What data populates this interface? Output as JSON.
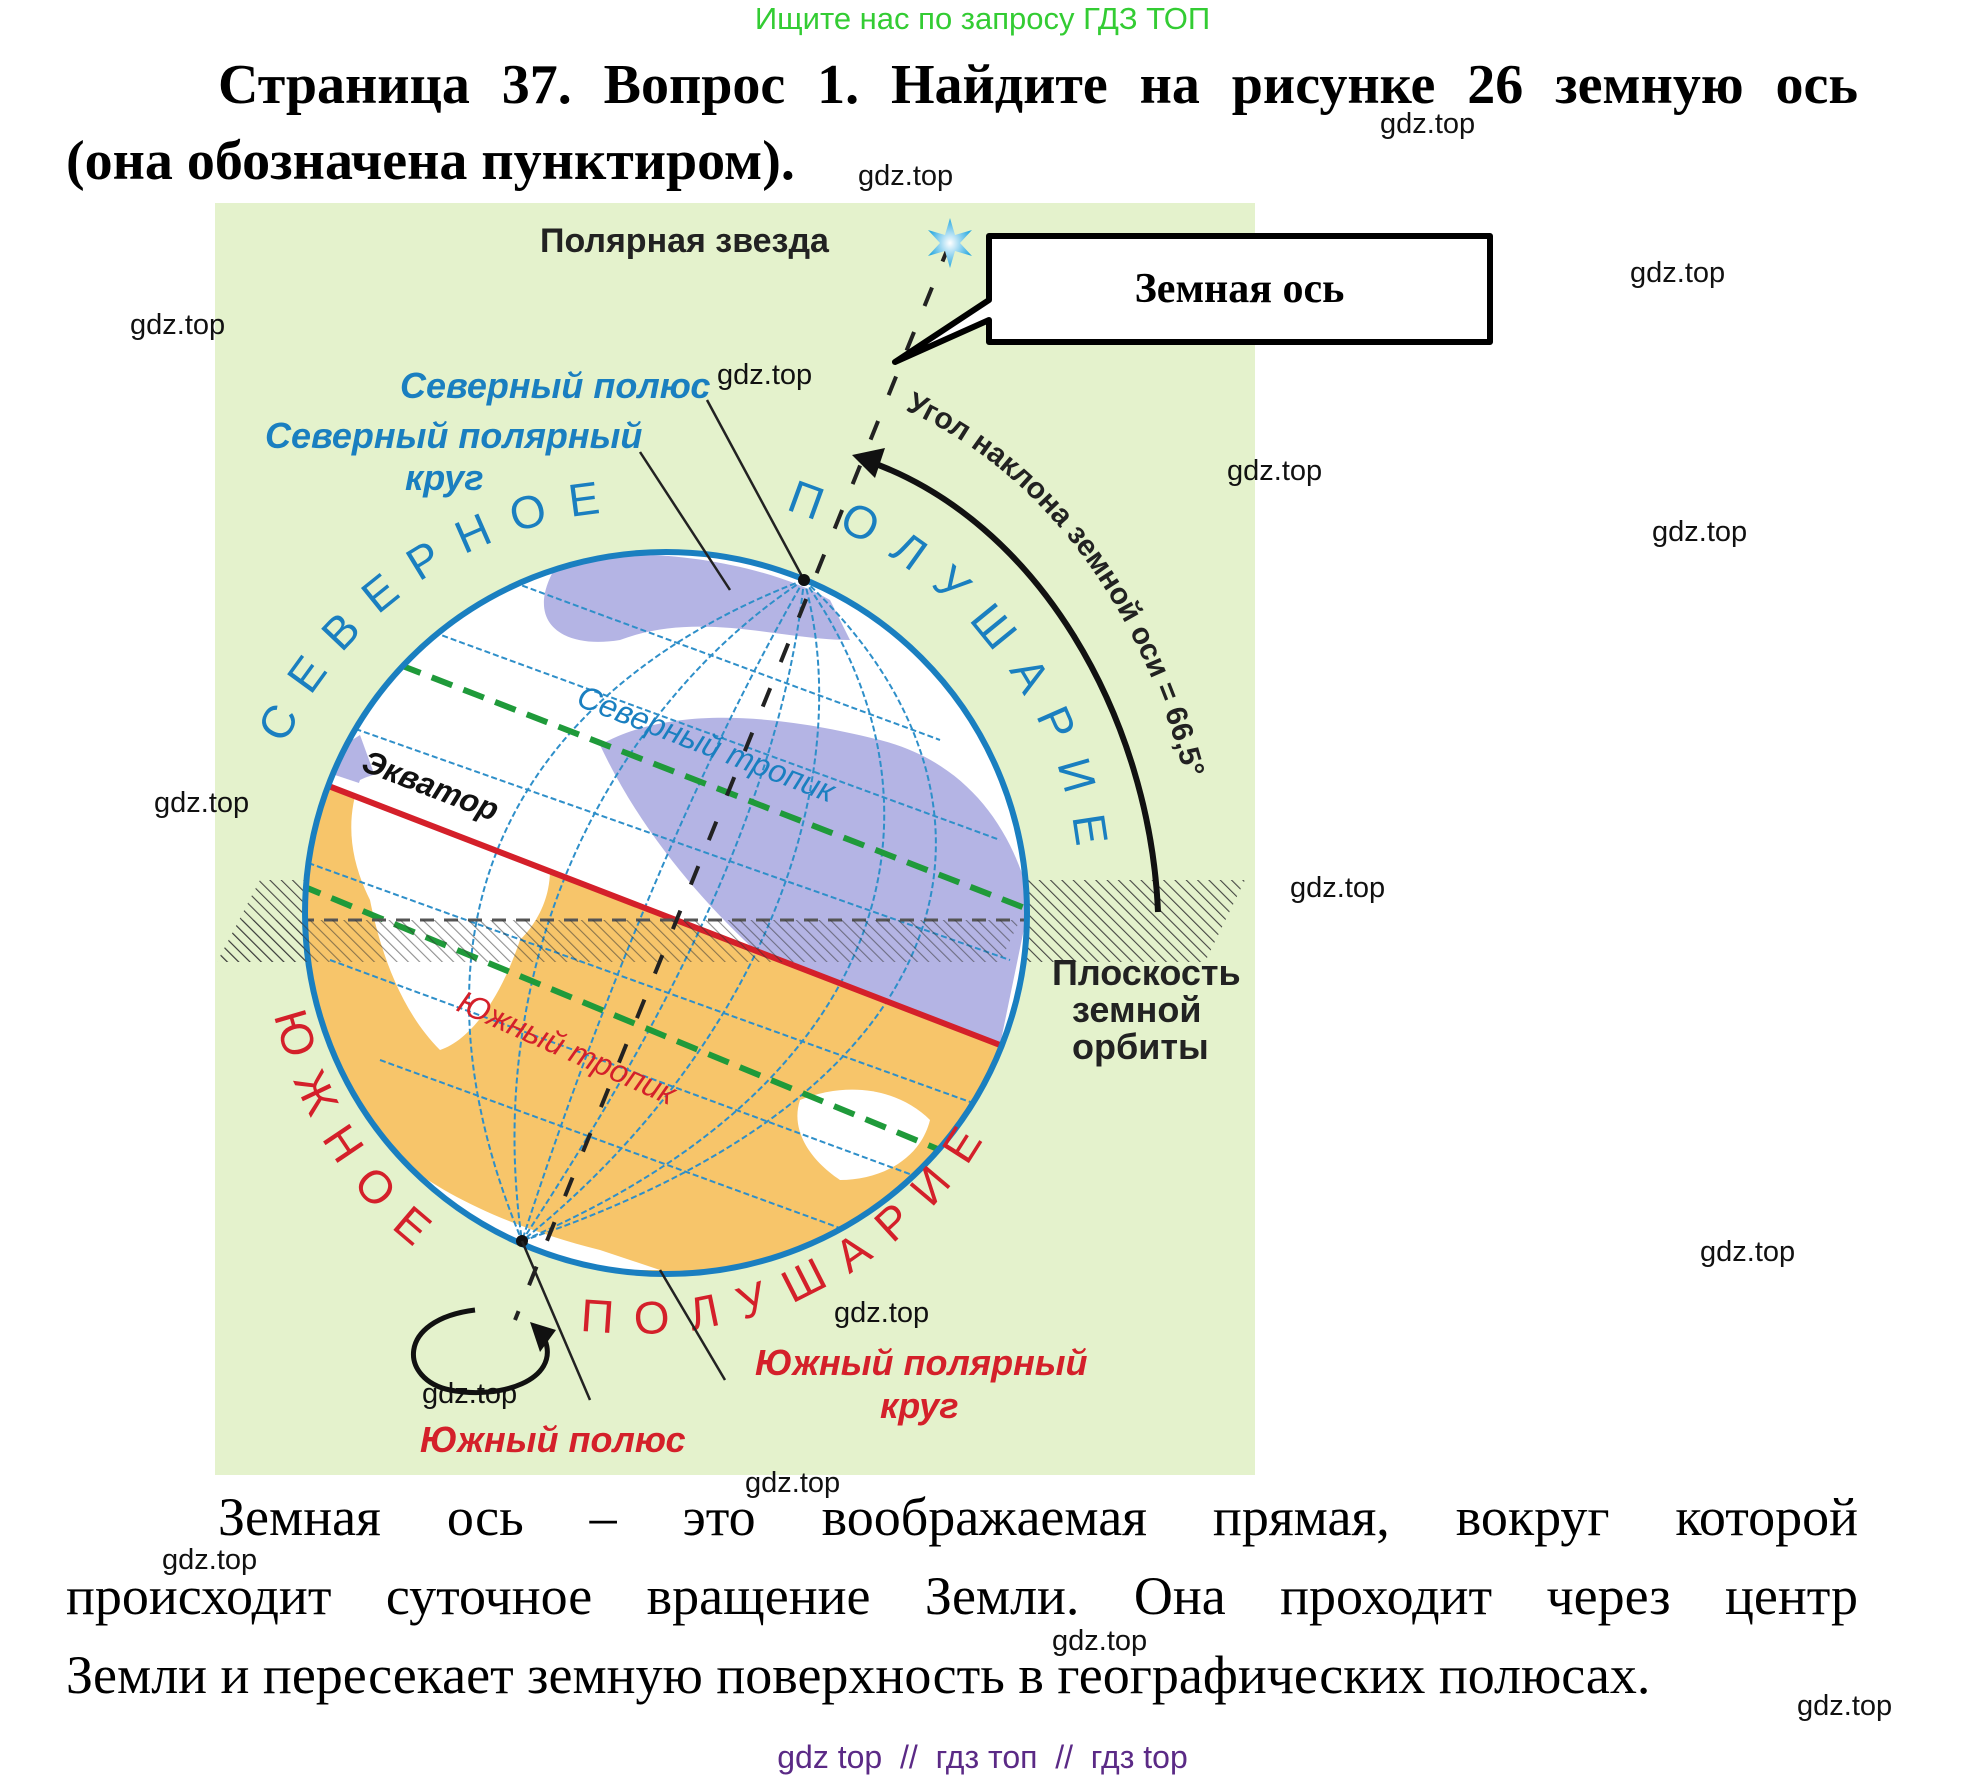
{
  "promo_banner": "Ищите нас по запросу ГДЗ ТОП",
  "question": {
    "line1": "Страница 37. Вопрос 1. Найдите на рисунке 26 земную ось",
    "line2": "(она обозначена пунктиром)."
  },
  "figure": {
    "polar_star": "Полярная звезда",
    "north_pole": "Северный полюс",
    "arctic_circle_line1": "Северный полярный",
    "arctic_circle_line2": "круг",
    "northern_hemisphere_left": "СЕВЕРНОЕ",
    "northern_hemisphere_right": "ПОЛУШАРИЕ",
    "tilt_angle": "Угол наклона земной оси = 66,5°",
    "northern_tropic": "Северный тропик",
    "equator": "Экватор",
    "southern_tropic": "Южный тропик",
    "orbit_plane_line1": "Плоскость",
    "orbit_plane_line2": "земной",
    "orbit_plane_line3": "орбиты",
    "southern_hemisphere_left": "ЮЖНОЕ",
    "southern_hemisphere_right": "ПОЛУШАРИЕ",
    "south_pole": "Южный полюс",
    "antarctic_circle_line1": "Южный полярный",
    "antarctic_circle_line2": "круг",
    "colors": {
      "background": "#e4f2cc",
      "ocean_north": "#ffffff",
      "land_north": "#b4b4e4",
      "southern_fill": "#f7c56a",
      "grid": "#2e8fc9",
      "equator": "#d4202a",
      "tropic": "#1f9a3a",
      "north_text": "#1a7fc0",
      "south_text": "#d4202a"
    }
  },
  "callout": {
    "label": "Земная ось"
  },
  "answer": {
    "line1": "Земная ось – это воображаемая прямая, вокруг которой",
    "line2": "происходит суточное вращение Земли. Она проходит через центр",
    "line3": "Земли и пересекает земную поверхность в географических полюсах."
  },
  "watermarks": [
    "gdz.top",
    "gdz.top",
    "gdz.top",
    "gdz.top",
    "gdz.top",
    "gdz.top",
    "gdz.top",
    "gdz.top",
    "gdz.top",
    "gdz.top",
    "gdz.top",
    "gdz.top",
    "gdz.top",
    "gdz.top",
    "gdz.top",
    "gdz.top"
  ],
  "footer": "gdz top  //  гдз топ  //  гдз top"
}
